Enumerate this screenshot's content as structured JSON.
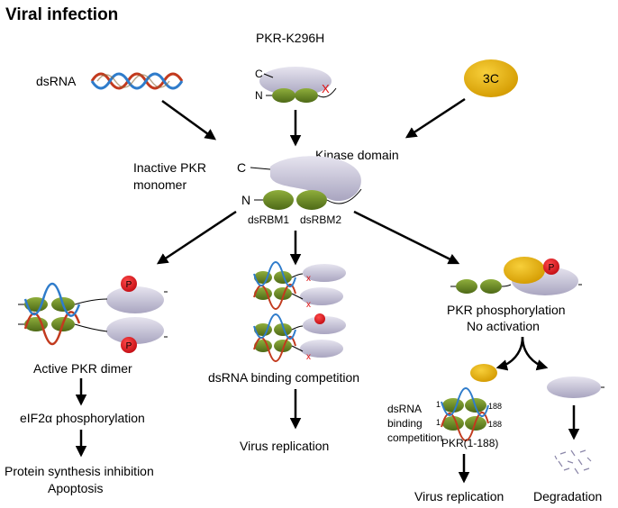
{
  "title": "Viral infection",
  "inputs": {
    "dsrna": "dsRNA",
    "mutant": "PKR-K296H",
    "protease": "3C"
  },
  "center": {
    "monomer_line1": "Inactive PKR",
    "monomer_line2": "monomer",
    "kinase_domain": "Kinase domain",
    "dsrbm1": "dsRBM1",
    "dsrbm2": "dsRBM2",
    "c_term": "C",
    "n_term": "N"
  },
  "left_branch": {
    "dimer": "Active PKR dimer",
    "eif2a": "eIF2α phosphorylation",
    "outcome_line1": "Protein synthesis inhibition",
    "outcome_line2": "Apoptosis"
  },
  "middle_branch": {
    "competition": "dsRNA binding competition",
    "outcome": "Virus replication"
  },
  "right_branch": {
    "phos_line1": "PKR phosphorylation",
    "phos_line2": "No activation",
    "comp_line1": "dsRNA",
    "comp_line2": "binding",
    "comp_line3": "competition",
    "fragment": "PKR(1-188)",
    "num_start": "1",
    "num_end": "188",
    "outcome_left": "Virus replication",
    "outcome_right": "Degradation"
  },
  "marks": {
    "phospho": "P",
    "mutation": "X",
    "mutation_small": "x"
  },
  "colors": {
    "dsrbm_green": "#6f8f2a",
    "kinase_lavender": "#c9c6d9",
    "protease_gold": "#e3b000",
    "phospho_red": "#e0121a",
    "rna_red": "#c23a1e",
    "rna_blue": "#2f7ccb"
  }
}
